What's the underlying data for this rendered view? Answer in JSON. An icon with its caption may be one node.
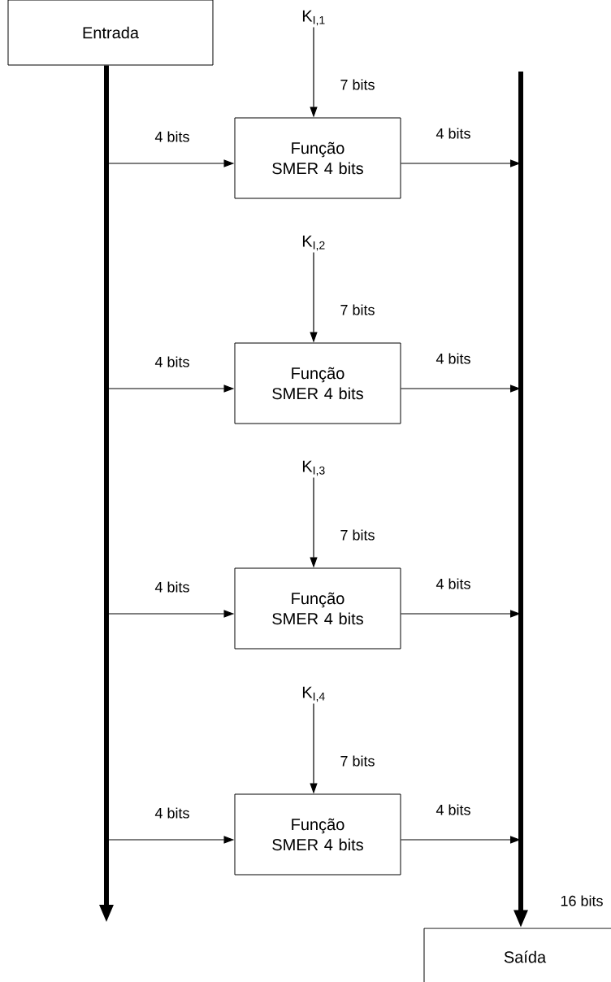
{
  "diagram": {
    "nodes": [
      {
        "text": [
          "Entrada"
        ]
      },
      {
        "text": [
          "K$_{I,1}$"
        ]
      },
      {
        "text": [
          "Função SMER 4 bits"
        ]
      },
      {
        "text": [
          "K$_{I,2}$"
        ]
      },
      {
        "text": [
          "Função SMER 4 bits"
        ]
      },
      {
        "text": [
          "K$_{I,3}$"
        ]
      },
      {
        "text": [
          "Função SMER 4 bits"
        ]
      },
      {
        "text": [
          "K$_{I,4}$"
        ]
      },
      {
        "text": [
          "Função SMER 4 bits"
        ]
      },
      {
        "text": [
          "Saída"
        ]
      }
    ],
    "edges": [
      {
        "from": 0,
        "to": null,
        "arrow": "to",
        "style": "thick"
      },
      {
        "from": 1,
        "to": 2,
        "arrow": "to",
        "label": "7 bits"
      },
      {
        "from": null,
        "to": 2,
        "arrow": "to",
        "label": "4 bits"
      },
      {
        "from": 2,
        "to": null,
        "arrow": "to",
        "label": "4 bits"
      },
      {
        "from": 3,
        "to": 4,
        "arrow": "to",
        "label": "7 bits"
      },
      {
        "from": null,
        "to": 4,
        "arrow": "to",
        "label": "4 bits"
      },
      {
        "from": 4,
        "to": null,
        "arrow": "to",
        "label": "4 bits"
      },
      {
        "from": 5,
        "to": 6,
        "arrow": "to",
        "label": "7 bits"
      },
      {
        "from": null,
        "to": 6,
        "arrow": "to",
        "label": "4 bits"
      },
      {
        "from": 6,
        "to": null,
        "arrow": "to",
        "label": "4 bits"
      },
      {
        "from": 7,
        "to": 8,
        "arrow": "to",
        "label": "7 bits"
      },
      {
        "from": null,
        "to": 8,
        "arrow": "to",
        "label": "4 bits"
      },
      {
        "from": 8,
        "to": null,
        "arrow": "to",
        "label": "4 bits"
      },
      {
        "from": null,
        "to": 9,
        "arrow": "to",
        "style": "thick",
        "label": "16 bits"
      }
    ]
  }
}
